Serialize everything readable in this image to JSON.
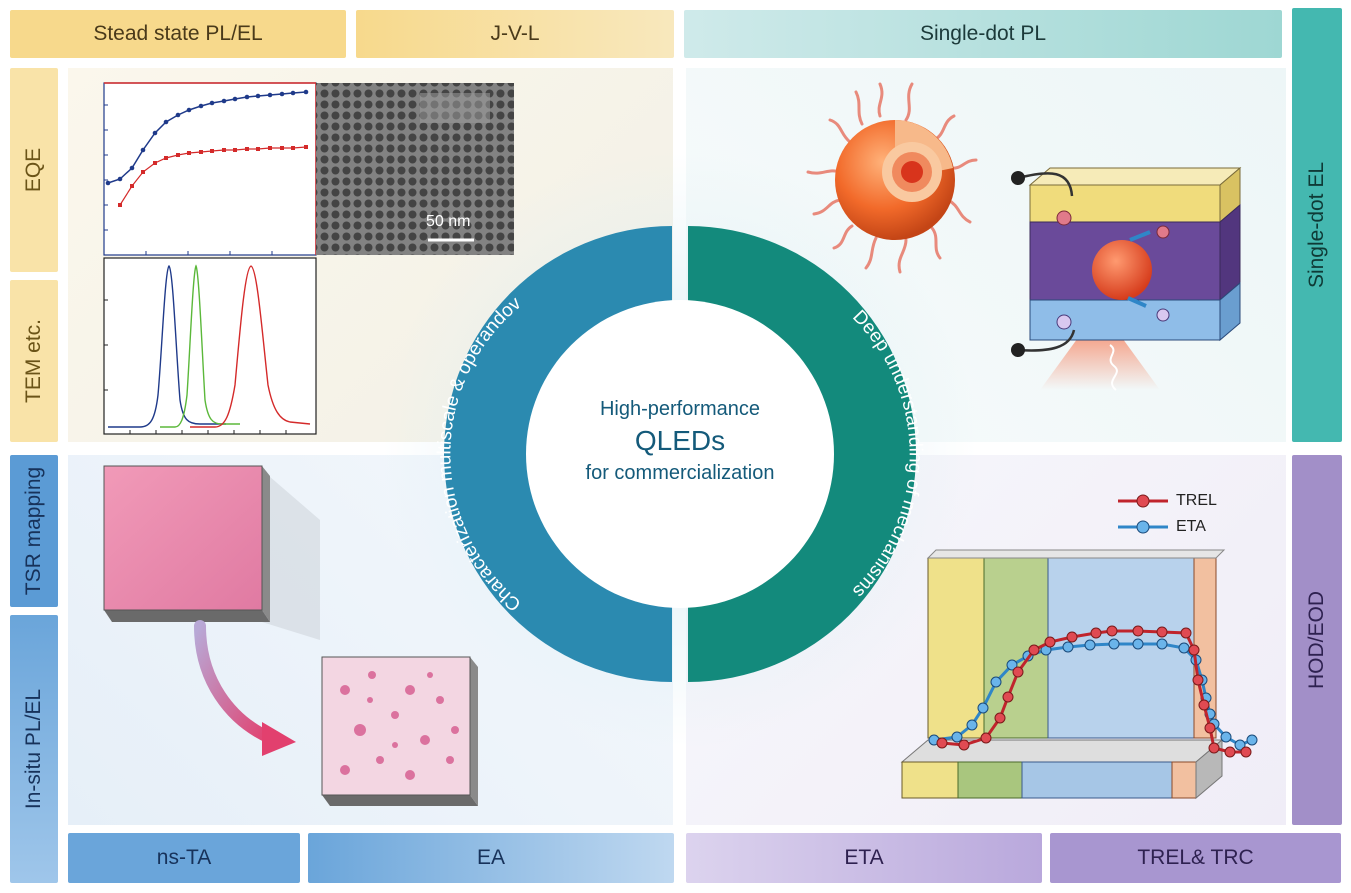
{
  "top_labels": {
    "stead_state": "Stead state PL/EL",
    "jvl": "J-V-L",
    "single_dot_pl": "Single-dot PL"
  },
  "left_labels": {
    "eqe": "EQE",
    "tem": "TEM etc.",
    "tsr": "TSR mapping",
    "insitu": "In-situ PL/EL"
  },
  "right_labels": {
    "single_dot_el": "Single-dot EL",
    "hod_eod": "HOD/EOD"
  },
  "bottom_labels": {
    "ns_ta": "ns-TA",
    "ea": "EA",
    "eta": "ETA",
    "trel_trc": "TREL& TRC"
  },
  "center": {
    "line1": "High-performance",
    "line2": "QLEDs",
    "line3": "for commercialization",
    "left_arc": "Characterization multiscale & operandov",
    "right_arc": "Deep understanding of mechanisms"
  },
  "tem_scale": "50 nm",
  "legend": {
    "trel": "TREL",
    "eta": "ETA"
  },
  "colors": {
    "yellow": "#f5d88c",
    "teal": "#45b8b0",
    "blue": "#5b9bd5",
    "purple": "#a28fc8",
    "ring_left": "#2b8ab0",
    "ring_right": "#138a7c",
    "trel_red": "#c0242c",
    "eta_blue": "#2f86c8"
  }
}
